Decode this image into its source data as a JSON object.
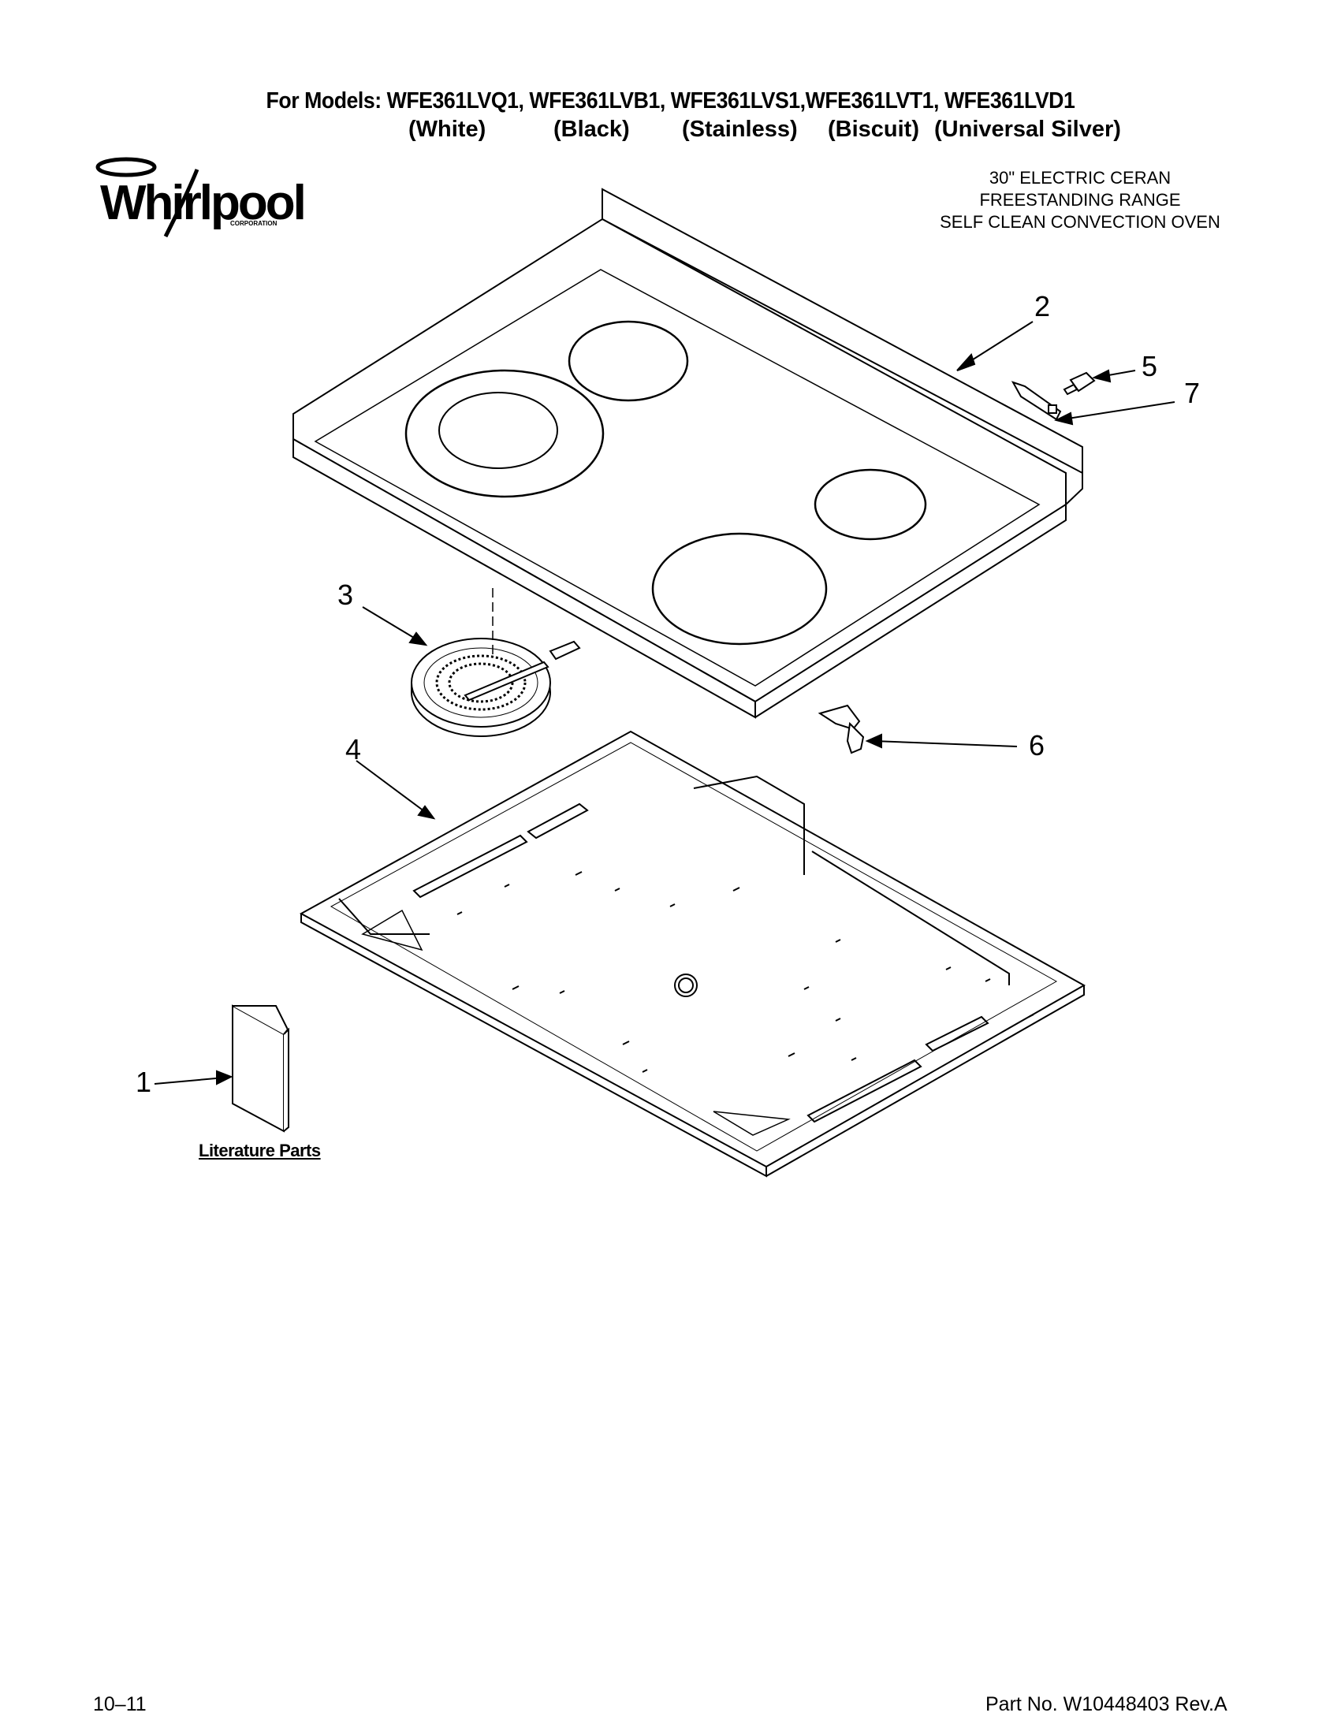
{
  "header": {
    "models": "For Models: WFE361LVQ1, WFE361LVB1, WFE361LVS1,WFE361LVT1, WFE361LVD1",
    "colors": [
      "(White)",
      "(Black)",
      "(Stainless)",
      "(Biscuit)",
      "(Universal Silver)"
    ]
  },
  "logo": {
    "brand": "Whirlpool",
    "sub": "CORPORATION"
  },
  "description": [
    "30\" ELECTRIC CERAN",
    "FREESTANDING RANGE",
    "SELF CLEAN CONVECTION OVEN"
  ],
  "callouts": [
    "1",
    "2",
    "3",
    "4",
    "5",
    "6",
    "7"
  ],
  "literature_label": "Literature Parts",
  "footer": {
    "date": "10–11",
    "part_number": "Part No. W10448403 Rev.A"
  }
}
